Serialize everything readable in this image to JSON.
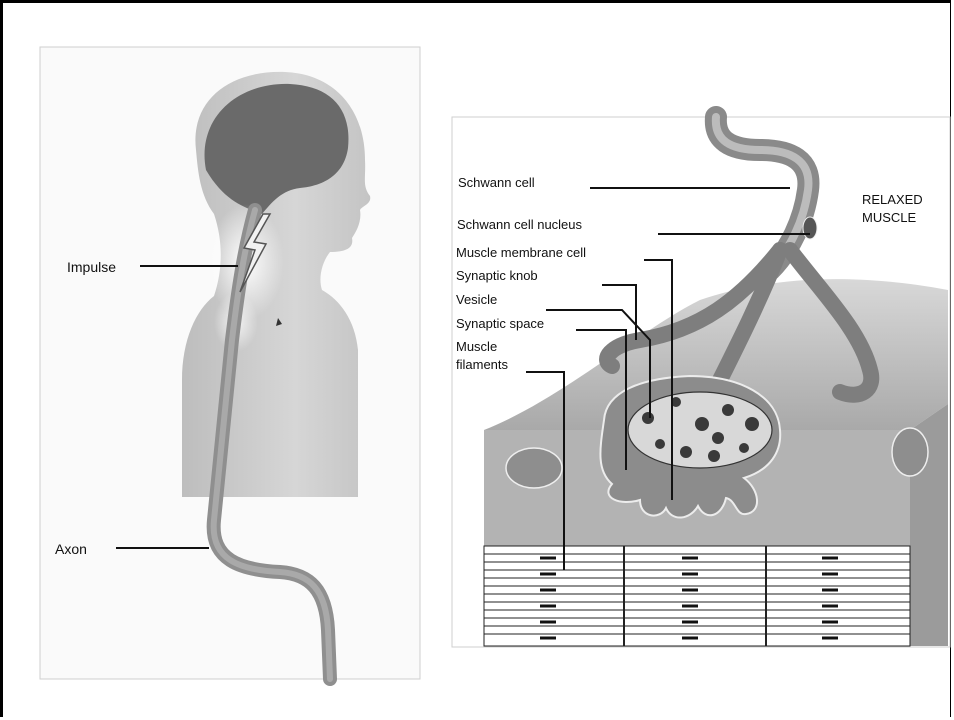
{
  "left_figure": {
    "labels": {
      "impulse": "Impulse",
      "axon": "Axon"
    }
  },
  "right_figure": {
    "labels": {
      "schwann_cell": "Schwann cell",
      "schwann_cell_nucleus": "Schwann cell nucleus",
      "muscle_membrane_cell": "Muscle membrane cell",
      "synaptic_knob": "Synaptic knob",
      "vesicle": "Vesicle",
      "synaptic_space": "Synaptic space",
      "muscle_filaments_line1": "Muscle",
      "muscle_filaments_line2": "filaments",
      "relaxed_line1": "RELAXED",
      "relaxed_line2": "MUSCLE"
    }
  },
  "colors": {
    "silhouette": "#c9c9c9",
    "head": "#6a6a6a",
    "nerve": "#8f8f8f",
    "muscle_block": "#b8b8b8",
    "filament_lines": "#222222"
  }
}
